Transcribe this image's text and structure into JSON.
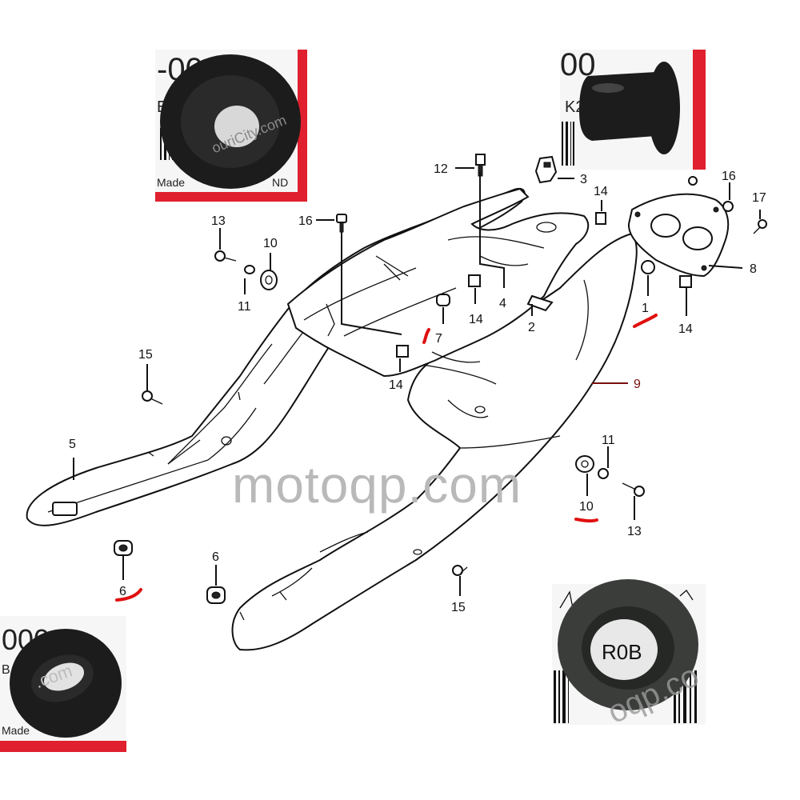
{
  "watermark": "motoqp.com",
  "photos": {
    "top_left": {
      "code": "-000",
      "line2": "E",
      "made": "Made",
      "made_end": "ND",
      "watermark": "ouriCity.com"
    },
    "top_right": {
      "code": "00",
      "side": "K2"
    },
    "bottom_left": {
      "code": "000",
      "line2": "B",
      "made": "Made",
      "watermark": ".com"
    },
    "bottom_right": {
      "marking": "R0B",
      "watermark": "oqp.co"
    }
  },
  "callouts": {
    "n1": "1",
    "n2": "2",
    "n3": "3",
    "n4": "4",
    "n5": "5",
    "n6a": "6",
    "n6b": "6",
    "n7": "7",
    "n8": "8",
    "n9": "9",
    "n10a": "10",
    "n10b": "10",
    "n11a": "11",
    "n11b": "11",
    "n12": "12",
    "n13a": "13",
    "n13b": "13",
    "n14a": "14",
    "n14b": "14",
    "n14c": "14",
    "n14d": "14",
    "n15a": "15",
    "n15b": "15",
    "n16a": "16",
    "n16b": "16",
    "n17": "17"
  },
  "colors": {
    "highlight": "#e01010",
    "photo_frame": "#e0202e",
    "line": "#111111"
  }
}
